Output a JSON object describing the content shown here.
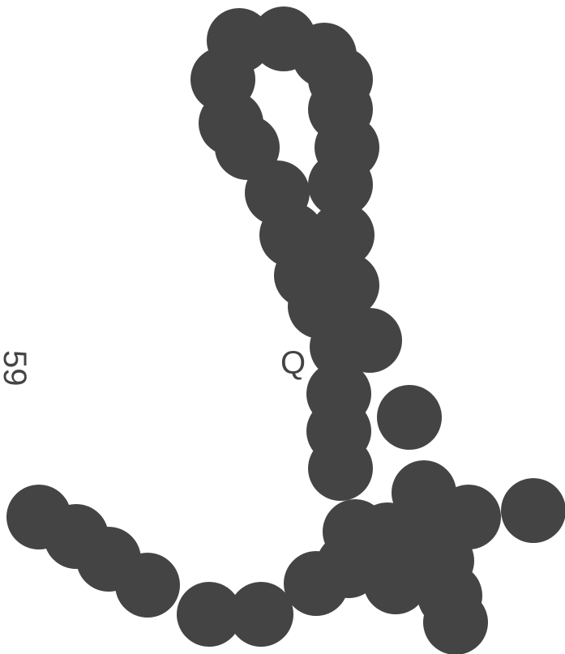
{
  "labels": {
    "rotated": "59",
    "q": "Q"
  },
  "colors": {
    "bead": "#444444",
    "background": "#ffffff"
  },
  "structure": {
    "shape": "bead-chain",
    "bead_count": 62
  }
}
